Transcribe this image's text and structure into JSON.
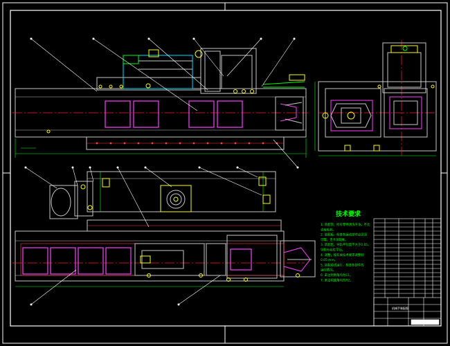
{
  "drawing": {
    "background": "#000000",
    "colors": {
      "frame": "#ffffff",
      "part": "#c8c8c8",
      "outline": "#e8e8e8",
      "centerline": "#ff2020",
      "leader": "#ffffff",
      "cyan": "#00e0ff",
      "green": "#00ff00",
      "yellow": "#ffff00",
      "magenta": "#ff40ff",
      "blue": "#3050ff",
      "notes": "#00ff00"
    },
    "notes_title": "技术要求",
    "notes_lines": [
      "1. 装配前，所有零件清洗干净，不允",
      "   许有毛刺。",
      "2. 装配后，检查各运动部件应灵活",
      "   可靠，无卡滞现象。",
      "3. 装配后，导轨平行度不大于0.05，",
      "   导轨与丝杠平行。",
      "4. 调整，按有关技术要求调整到",
      "   0.05 mm。",
      "5. 装配后试运行，检查各部件的",
      "   运行情况。",
      "6. 未注明倒角均为C1。",
      "7. 未注明圆角均为R2。"
    ],
    "title_block_caption": "机械手装配图"
  }
}
